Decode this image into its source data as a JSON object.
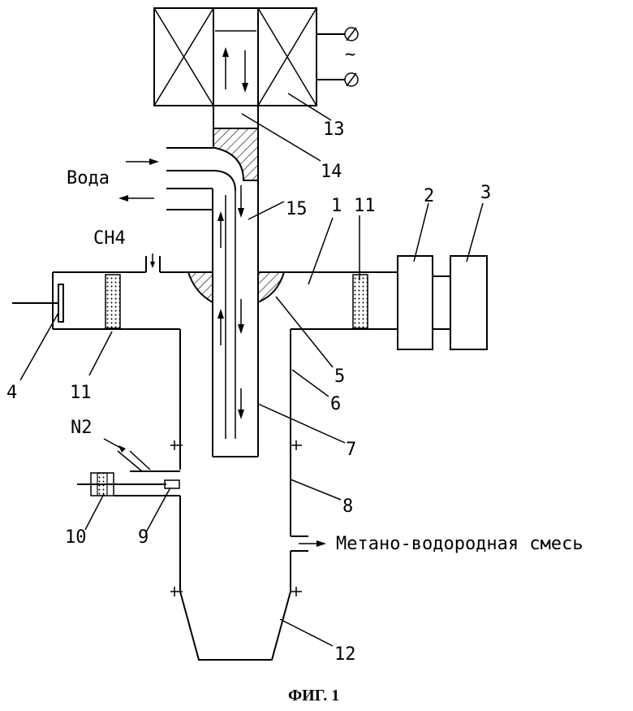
{
  "labels": {
    "water": "Вода",
    "ch4": "CH4",
    "n2": "N2",
    "output": "Метано-водородная смесь",
    "tilde": "~"
  },
  "numbers": {
    "n1": "1",
    "n2": "2",
    "n3": "3",
    "n4": "4",
    "n5": "5",
    "n6": "6",
    "n7": "7",
    "n8": "8",
    "n9": "9",
    "n10": "10",
    "n11a": "11",
    "n11b": "11",
    "n12": "12",
    "n13": "13",
    "n14": "14",
    "n15": "15"
  },
  "caption": "ФИГ. 1"
}
